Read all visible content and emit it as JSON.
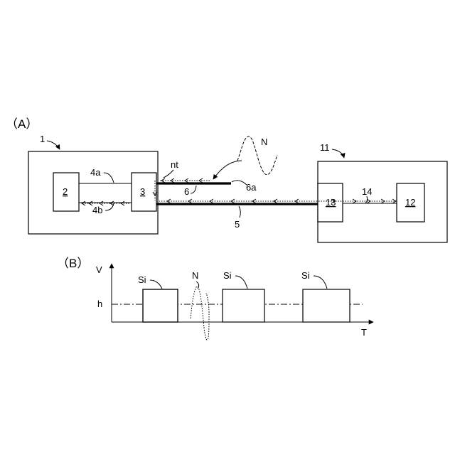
{
  "panel_a": {
    "label": "（A）",
    "device1": "1",
    "block2": "2",
    "block3": "3",
    "wire4a": "4a",
    "wire4b": "4b",
    "cable5": "5",
    "wire6": "6",
    "end6a": "6a",
    "nt": "nt",
    "noise": "N",
    "device11": "11",
    "block12": "12",
    "block13": "13",
    "wire14": "14"
  },
  "panel_b": {
    "label": "（B）",
    "v_axis": "V",
    "t_axis": "T",
    "threshold": "h",
    "noise": "N",
    "pulses": [
      "Si",
      "Si",
      "Si"
    ]
  }
}
